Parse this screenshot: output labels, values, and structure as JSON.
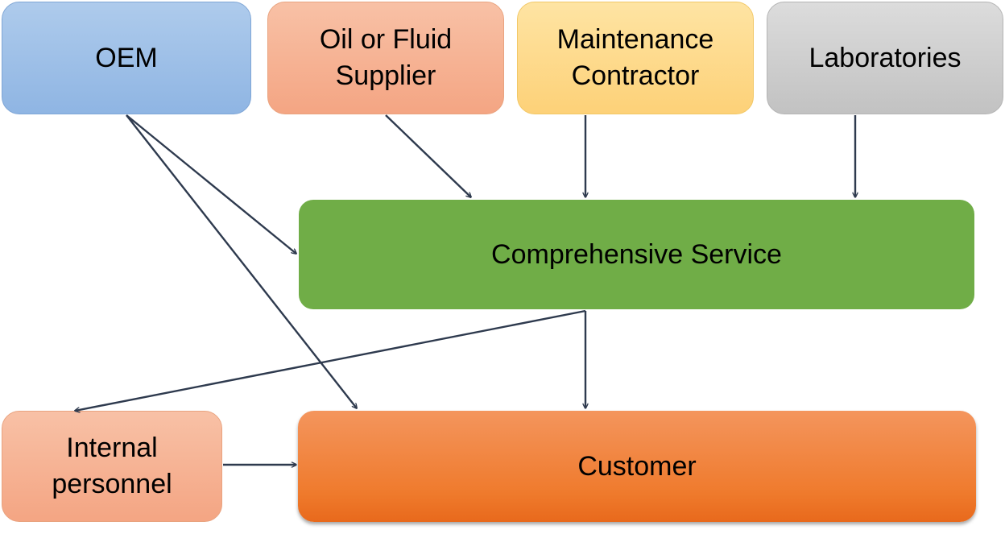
{
  "diagram": {
    "nodes": {
      "oem": {
        "label": "OEM",
        "color": "#9dbfe8"
      },
      "oil_supplier": {
        "label": "Oil or Fluid\nSupplier",
        "color": "#f6b394"
      },
      "maintenance_contractor": {
        "label": "Maintenance\nContractor",
        "color": "#fedb8e"
      },
      "laboratories": {
        "label": "Laboratories",
        "color": "#cfcfcf"
      },
      "comprehensive_service": {
        "label": "Comprehensive Service",
        "color": "#70ad47"
      },
      "internal_personnel": {
        "label": "Internal\npersonnel",
        "color": "#f6b394"
      },
      "customer": {
        "label": "Customer",
        "color": "#ef7a2c"
      }
    },
    "edges": [
      {
        "from": "OEM",
        "to": "Comprehensive Service"
      },
      {
        "from": "OEM",
        "to": "Customer"
      },
      {
        "from": "Oil or Fluid Supplier",
        "to": "Comprehensive Service"
      },
      {
        "from": "Maintenance Contractor",
        "to": "Comprehensive Service"
      },
      {
        "from": "Laboratories",
        "to": "Comprehensive Service"
      },
      {
        "from": "Comprehensive Service",
        "to": "Internal personnel"
      },
      {
        "from": "Comprehensive Service",
        "to": "Customer"
      },
      {
        "from": "Internal personnel",
        "to": "Customer"
      }
    ],
    "arrow_color": "#2e3a4e"
  }
}
